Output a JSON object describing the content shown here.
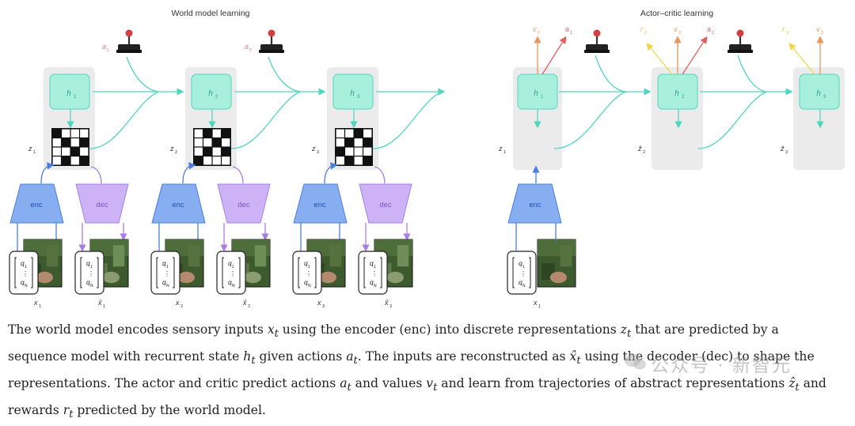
{
  "titles": {
    "world_model": "World model learning",
    "actor_critic": "Actor–critic learning"
  },
  "labels": {
    "enc": "enc",
    "dec": "dec",
    "h": [
      "h",
      "h",
      "h"
    ],
    "h_sub": [
      "1",
      "2",
      "3"
    ],
    "z": "z",
    "z_hat": "ẑ",
    "x": "x",
    "x_hat": "x̂",
    "a": "a",
    "v": "v",
    "r": "r",
    "q1": "q",
    "q1_sub": "1",
    "qN": "q",
    "qN_sub": "N",
    "vdots": "⋮"
  },
  "caption": {
    "p1": "The world model encodes sensory inputs ",
    "x_t": "x",
    "p2": " using the encoder (enc) into discrete representations ",
    "z_t": "z",
    "p3": " that are predicted by a sequence model with recurrent state ",
    "h_t": "h",
    "p4": " given actions ",
    "a_t": "a",
    "p5": ". The inputs are reconstructed as ",
    "xhat_t": "x̂",
    "p6": " using the decoder (dec) to shape the representations. The actor and critic predict actions ",
    "a_t2": "a",
    "p7": " and values ",
    "v_t": "v",
    "p8": " and learn from trajectories of abstract representations ",
    "zhat_t": "ẑ",
    "p9": " and rewards ",
    "r_t": "r",
    "p10": " predicted by the world model.",
    "sub_t": "t"
  },
  "watermark": "公众号 · 新智元",
  "colors": {
    "teal": "#4fd6c0",
    "teal_fill": "#a8f0dc",
    "enc_fill": "#86aef0",
    "enc_stroke": "#4a7ee0",
    "dec_fill": "#cdb3f5",
    "dec_stroke": "#a77ee8",
    "panel": "#ebebeb",
    "orange": "#e8955a",
    "red": "#e06060",
    "yellow": "#f2d64a",
    "pink": "#e27a8a"
  }
}
